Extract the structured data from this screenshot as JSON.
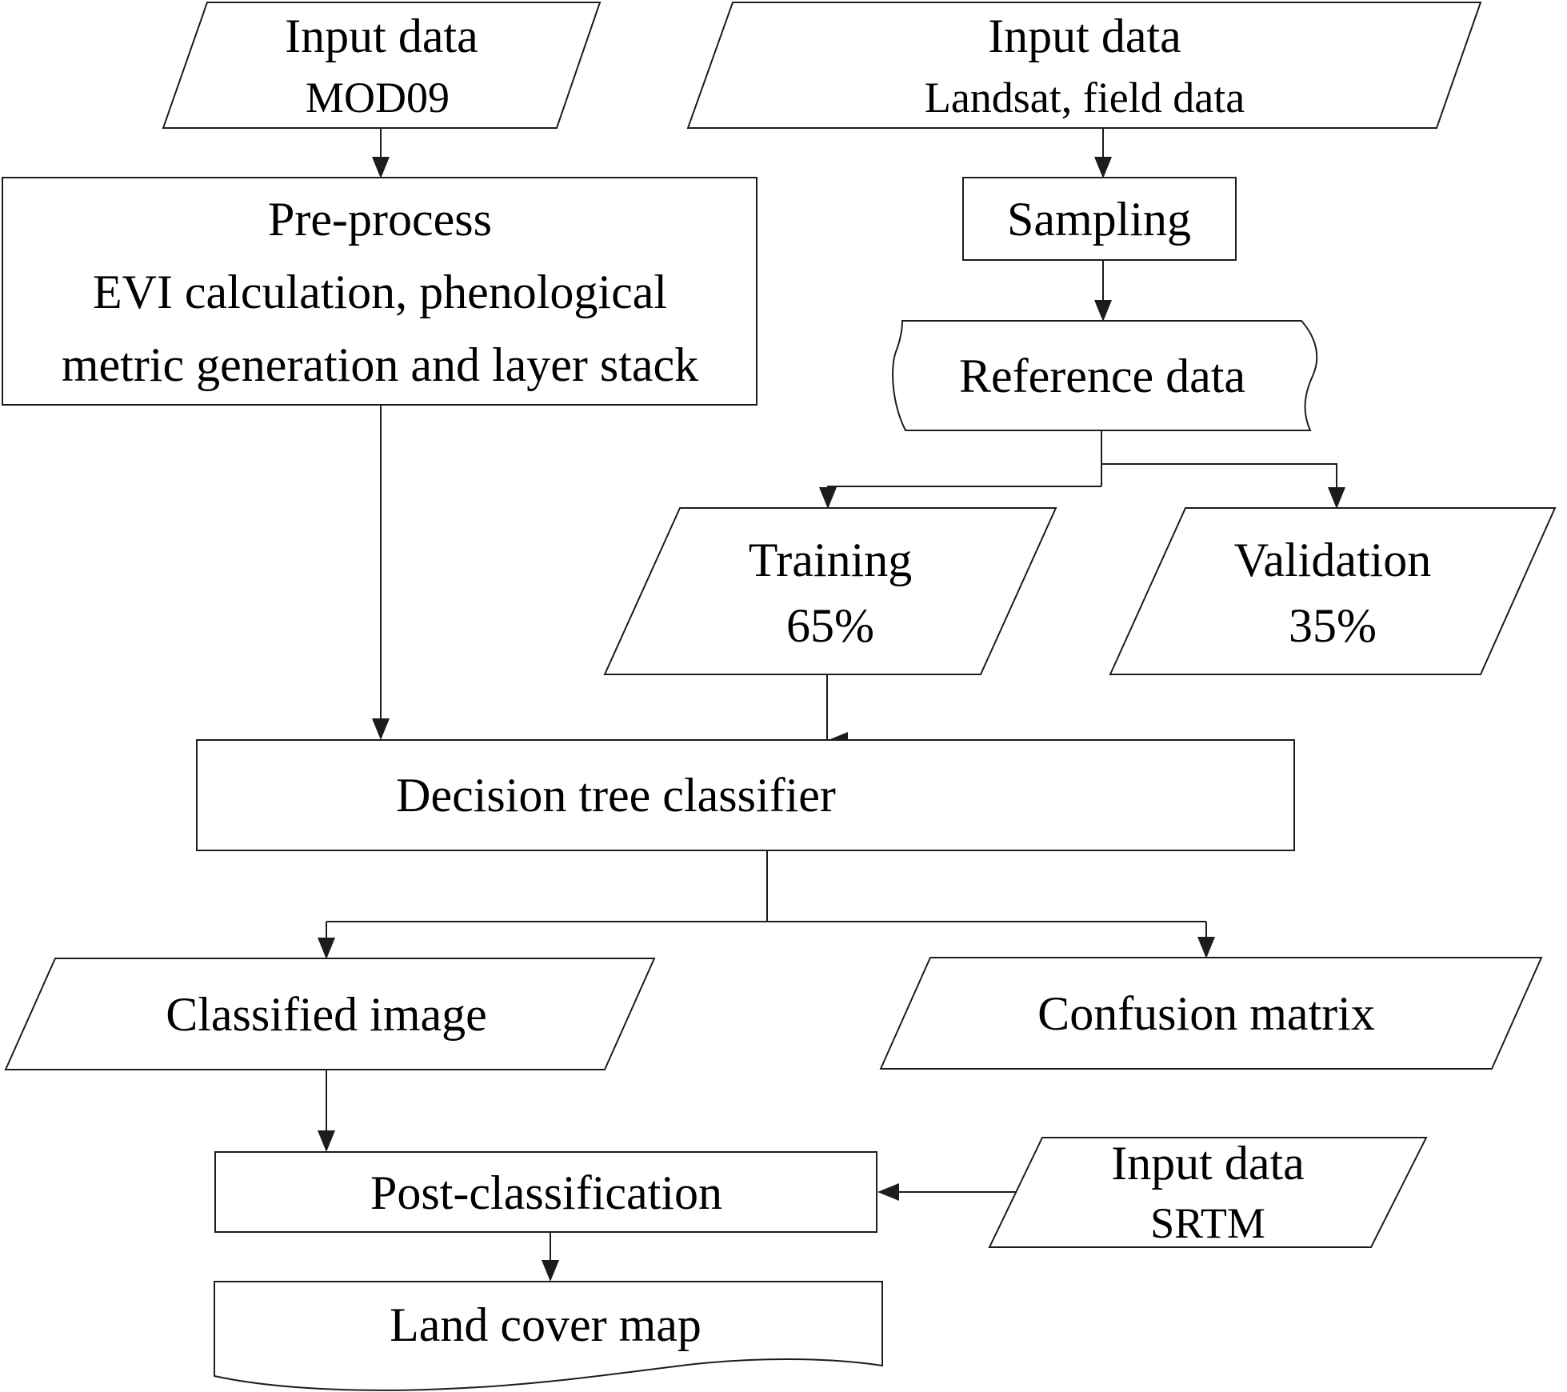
{
  "diagram": {
    "title": "Land cover classification flowchart",
    "colors": {
      "stroke": "#1c1c1c",
      "fill": "#ffffff",
      "text": "#000000",
      "background": "#ffffff"
    },
    "nodes": {
      "input_mod09": {
        "shape": "parallelogram",
        "line1": "Input data",
        "line2": "MOD09"
      },
      "input_landsat": {
        "shape": "parallelogram",
        "line1": "Input data",
        "line2": "Landsat, field data"
      },
      "preprocess": {
        "shape": "rectangle",
        "line1": "Pre-process",
        "line2": "EVI calculation, phenological",
        "line3": "metric generation and layer stack"
      },
      "sampling": {
        "shape": "rectangle",
        "label": "Sampling"
      },
      "reference": {
        "shape": "stored-data",
        "label": "Reference data"
      },
      "training": {
        "shape": "parallelogram",
        "line1": "Training",
        "line2": "65%"
      },
      "validation": {
        "shape": "parallelogram",
        "line1": "Validation",
        "line2": "35%"
      },
      "decision": {
        "shape": "rectangle",
        "label": "Decision tree classifier"
      },
      "classified": {
        "shape": "parallelogram",
        "label": "Classified image"
      },
      "confusion": {
        "shape": "parallelogram",
        "label": "Confusion matrix"
      },
      "post": {
        "shape": "rectangle",
        "label": "Post-classification"
      },
      "input_srtm": {
        "shape": "parallelogram",
        "line1": "Input data",
        "line2": "SRTM"
      },
      "landcover": {
        "shape": "document",
        "label": "Land cover map"
      }
    },
    "edges": [
      "input_mod09 -> preprocess",
      "input_landsat -> sampling",
      "sampling -> reference",
      "reference -> training",
      "reference -> validation",
      "preprocess -> decision",
      "training -> decision",
      "decision -> classified",
      "decision -> confusion",
      "classified -> post",
      "input_srtm -> post",
      "post -> landcover"
    ]
  }
}
